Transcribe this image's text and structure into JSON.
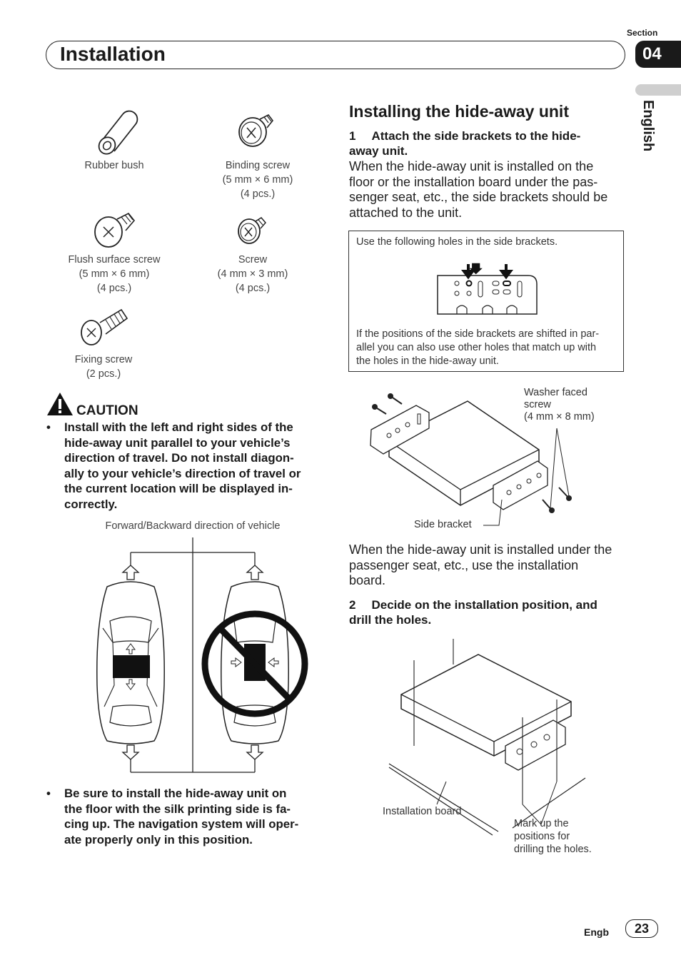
{
  "header": {
    "title": "Installation",
    "section_label": "Section",
    "section_number": "04"
  },
  "language_tab": "English",
  "parts": {
    "rubber_bush": "Rubber bush",
    "binding_screw": {
      "name": "Binding screw",
      "size": "(5 mm × 6 mm)",
      "qty": "(4 pcs.)"
    },
    "flush_surface_screw": {
      "name": "Flush surface screw",
      "size": "(5 mm × 6 mm)",
      "qty": "(4 pcs.)"
    },
    "screw": {
      "name": "Screw",
      "size": "(4 mm × 3 mm)",
      "qty": "(4 pcs.)"
    },
    "fixing_screw": {
      "name": "Fixing screw",
      "qty": "(2 pcs.)"
    }
  },
  "caution": {
    "title": "CAUTION",
    "item1": [
      "Install with the left and right sides of the",
      "hide-away unit parallel to your vehicle’s",
      "direction of travel. Do not install diagon-",
      "ally to your vehicle’s direction of travel or",
      "the current location will be displayed in-",
      "correctly."
    ],
    "car_caption": "Forward/Backward direction of vehicle",
    "item2": [
      "Be sure to install the hide-away unit on",
      "the floor with the silk printing side is fa-",
      "cing up. The navigation system will oper-",
      "ate properly only in this position."
    ]
  },
  "right": {
    "heading": "Installing the hide-away unit",
    "step1": {
      "num": "1",
      "line1": "Attach the side brackets to the hide-",
      "line2": "away unit."
    },
    "step1_body": [
      "When the hide-away unit is installed on the",
      "floor or the installation board under the pas-",
      "senger seat, etc., the side brackets should be",
      "attached to the unit."
    ],
    "box_top": "Use the following holes in the side brackets.",
    "box_bottom": [
      "If the positions of the side brackets are shifted in par-",
      "allel you can also use other holes that match up with",
      "the holes in the hide-away unit."
    ],
    "washer_label": [
      "Washer faced",
      "screw",
      "(4 mm × 8 mm)"
    ],
    "side_bracket_label": "Side bracket",
    "body2": [
      "When the hide-away unit is installed under the",
      "passenger seat, etc., use the installation",
      "board."
    ],
    "step2": {
      "num": "2",
      "line1": "Decide on the installation position, and",
      "line2": "drill the holes."
    },
    "installation_board_label": "Installation board",
    "mark_label": [
      "Mark up the",
      "positions for",
      "drilling the holes."
    ]
  },
  "footer": {
    "engb": "Engb",
    "page": "23"
  }
}
